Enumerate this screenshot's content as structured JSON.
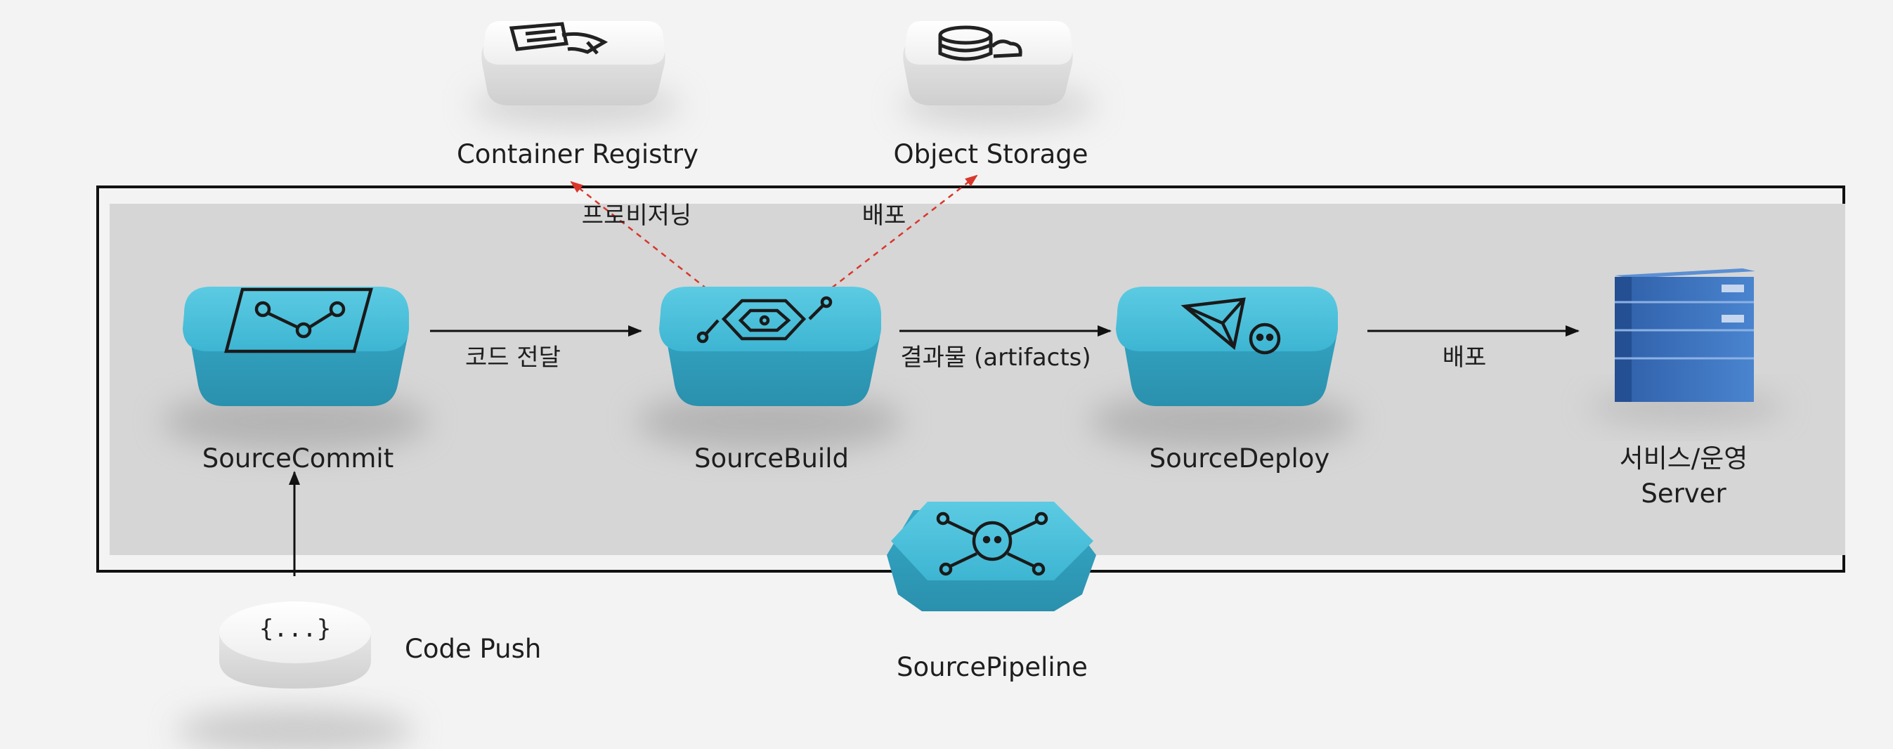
{
  "nodes": {
    "container_registry": "Container Registry",
    "object_storage": "Object Storage",
    "source_commit": "SourceCommit",
    "source_build": "SourceBuild",
    "source_deploy": "SourceDeploy",
    "server_line1": "서비스/운영",
    "server_line2": "Server",
    "code_push": "Code Push",
    "source_pipeline": "SourcePipeline"
  },
  "edges": {
    "provisioning": "프로비저닝",
    "deploy_storage": "배포",
    "code_transfer": "코드 전달",
    "artifacts": "결과물 (artifacts)",
    "deploy_server": "배포"
  },
  "icons": {
    "code_push": "{...}"
  },
  "colors": {
    "teal": "#45bdd8",
    "teal_dark": "#2c9ab7",
    "server_blue": "#3f76c0",
    "arrow_red": "#d9372b",
    "panel": "#d6d6d6"
  }
}
